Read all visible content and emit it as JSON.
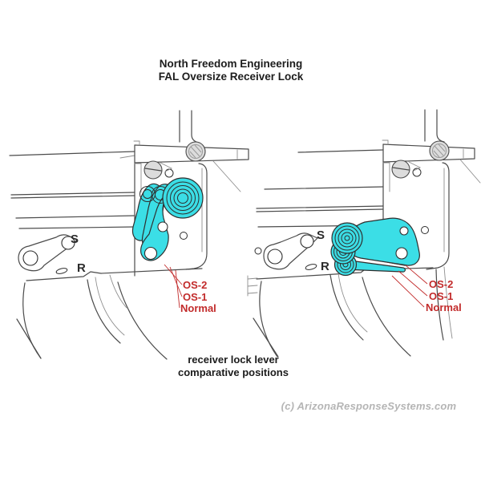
{
  "title": {
    "line1": "North Freedom Engineering",
    "line2": "FAL Oversize Receiver Lock"
  },
  "caption": {
    "line1": "receiver lock lever",
    "line2": "comparative positions"
  },
  "watermark": "(c) ArizonaResponseSystems.com",
  "left_diagram": {
    "description": "lock lever locked (vertical) position",
    "selector_s": "S",
    "selector_r": "R",
    "labels": {
      "os2": "OS-2",
      "os1": "OS-1",
      "normal": "Normal"
    }
  },
  "right_diagram": {
    "description": "lock lever open (swung forward) position",
    "selector_s": "S",
    "selector_r": "R",
    "labels": {
      "os2": "OS-2",
      "os1": "OS-1",
      "normal": "Normal"
    }
  },
  "colors": {
    "highlight_cyan": "#3BDEE6",
    "label_red": "#C22B2B",
    "line_gray": "#4B4B4B",
    "watermark_gray": "#B5B5B5"
  }
}
